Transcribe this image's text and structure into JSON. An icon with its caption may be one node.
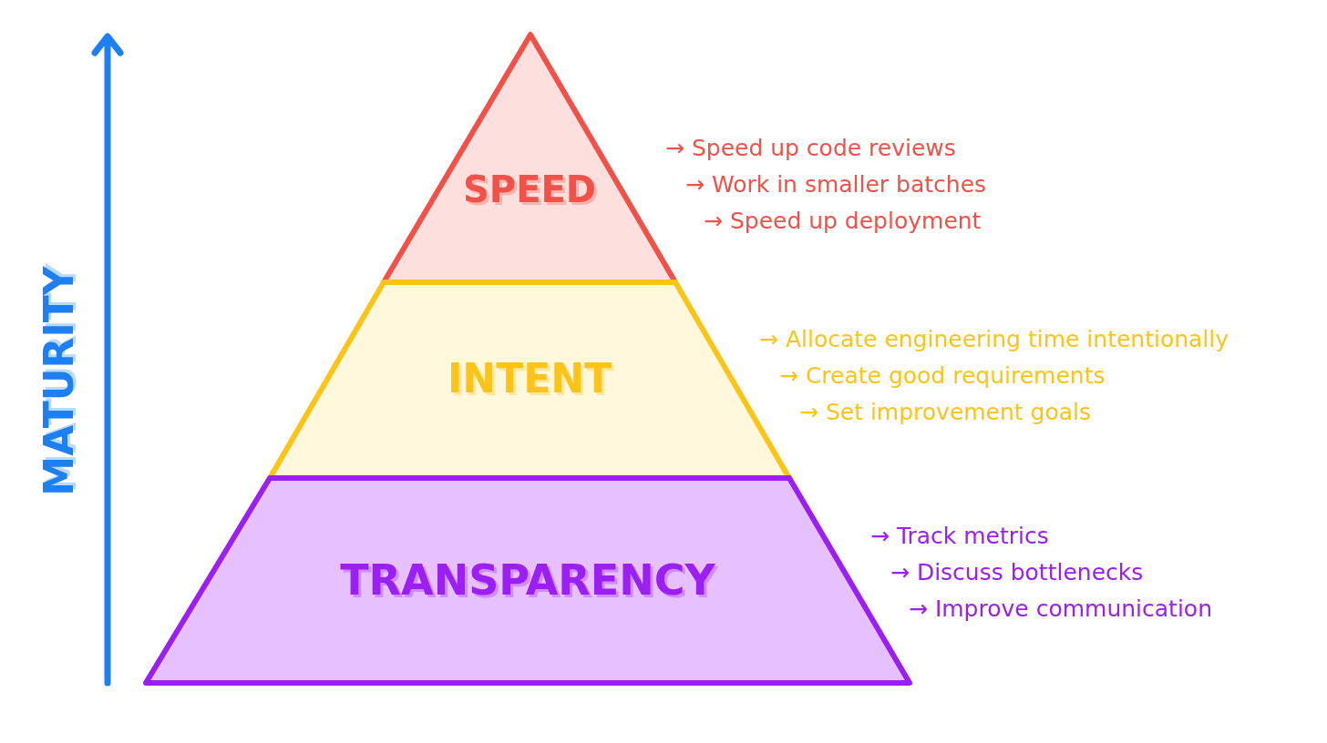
{
  "diagram": {
    "nodes": [
      {
        "text": [
          "SPEED"
        ],
        "beside": [
          "→ Speed up code reviews",
          "→ Work in smaller batches",
          "→ Speed up deployment"
        ]
      },
      {
        "text": [
          "INTENT"
        ],
        "beside": [
          "→ Allocate engineering time intentionally",
          "→ Create good requirements",
          "→ Set improvement goals"
        ]
      },
      {
        "text": [
          "TRANSPARENCY"
        ],
        "beside": [
          "→ Track metrics",
          "→ Discuss bottlenecks",
          "→ Improve communication"
        ]
      }
    ],
    "edges": [],
    "labels": [
      "MATURITY"
    ]
  }
}
